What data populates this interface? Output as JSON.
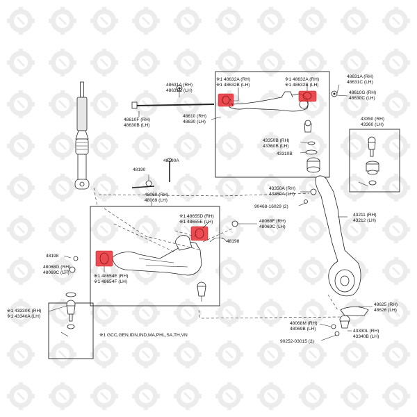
{
  "labels": {
    "ua_bush_rh_1": "※1 48632A (RH)",
    "ua_bush_lh_1": "※1 48632B (LH)",
    "ua_bush_rh_2": "※1 48632A (RH)",
    "ua_bush_lh_2": "※1 48632B (LH)",
    "cam_a_rh_top": "48631A (RH)",
    "cam_a_lh_top": "48631C (LH)",
    "cam_a_rh_right": "48631A (RH)",
    "cam_a_lh_right": "48631C (LH)",
    "bolt_g_rh": "48610G (RH)",
    "bolt_g_lh": "48630C (LH)",
    "bolt_f_rh": "48610F (RH)",
    "bolt_f_lh": "48630B (LH)",
    "upper_arm_rh": "48610 (RH)",
    "upper_arm_lh": "48630 (LH)",
    "ball_upper_rh": "43350 (RH)",
    "ball_upper_lh": "43360 (LH)",
    "ball_b_rh": "43350B (RH)",
    "ball_b_lh": "43360B (LH)",
    "boot_43310b": "43310B",
    "stabilizer_48190a": "48190A",
    "stabilizer_48190": "48190",
    "lower_arm_rh": "48068 (RH)",
    "lower_arm_lh": "48069 (LH)",
    "ball_a_rh": "43350A (RH)",
    "ball_a_lh": "43360A (LH)",
    "nut_90468": "90468-16029 (2)",
    "knuckle_rh": "43211 (RH)",
    "knuckle_lh": "43212 (LH)",
    "bush_d_rh": "※1 48655D (RH)",
    "bush_e_lh_top": "※1 48655E (LH)",
    "cam_f_rh": "48068F (RH)",
    "cam_c_lh": "48069C (LH)",
    "washer_48198_right": "48198",
    "washer_48198_left": "48198",
    "cam_g_rh": "48068G (RH)",
    "cam_c_lh_left": "48069C (LH)",
    "bush_e_rh": "※1 48654E (RH)",
    "bush_f_lh": "※1 48654F (LH)",
    "ball_k_rh": "※1 43330K (RH)",
    "ball_k_lh": "※1 43340A (LH)",
    "shim_rh": "48625 (RH)",
    "shim_lh": "48626 (LH)",
    "lower_m_rh": "48068M (RH)",
    "lower_b_lh": "48069B (LH)",
    "nut_90252": "90252-03015 (2)",
    "ball_l_rh": "43330L (RH)",
    "ball_b340_lh": "43340B (LH)",
    "footnote": "※1 GCC,GEN,IDN,IND,MA,PHL,SA,TH,VN"
  },
  "colors": {
    "highlight": "#e8262c",
    "watermark": "#ececec",
    "line": "#222222"
  },
  "icons": {
    "watermark": "gear-wrench-icon"
  }
}
